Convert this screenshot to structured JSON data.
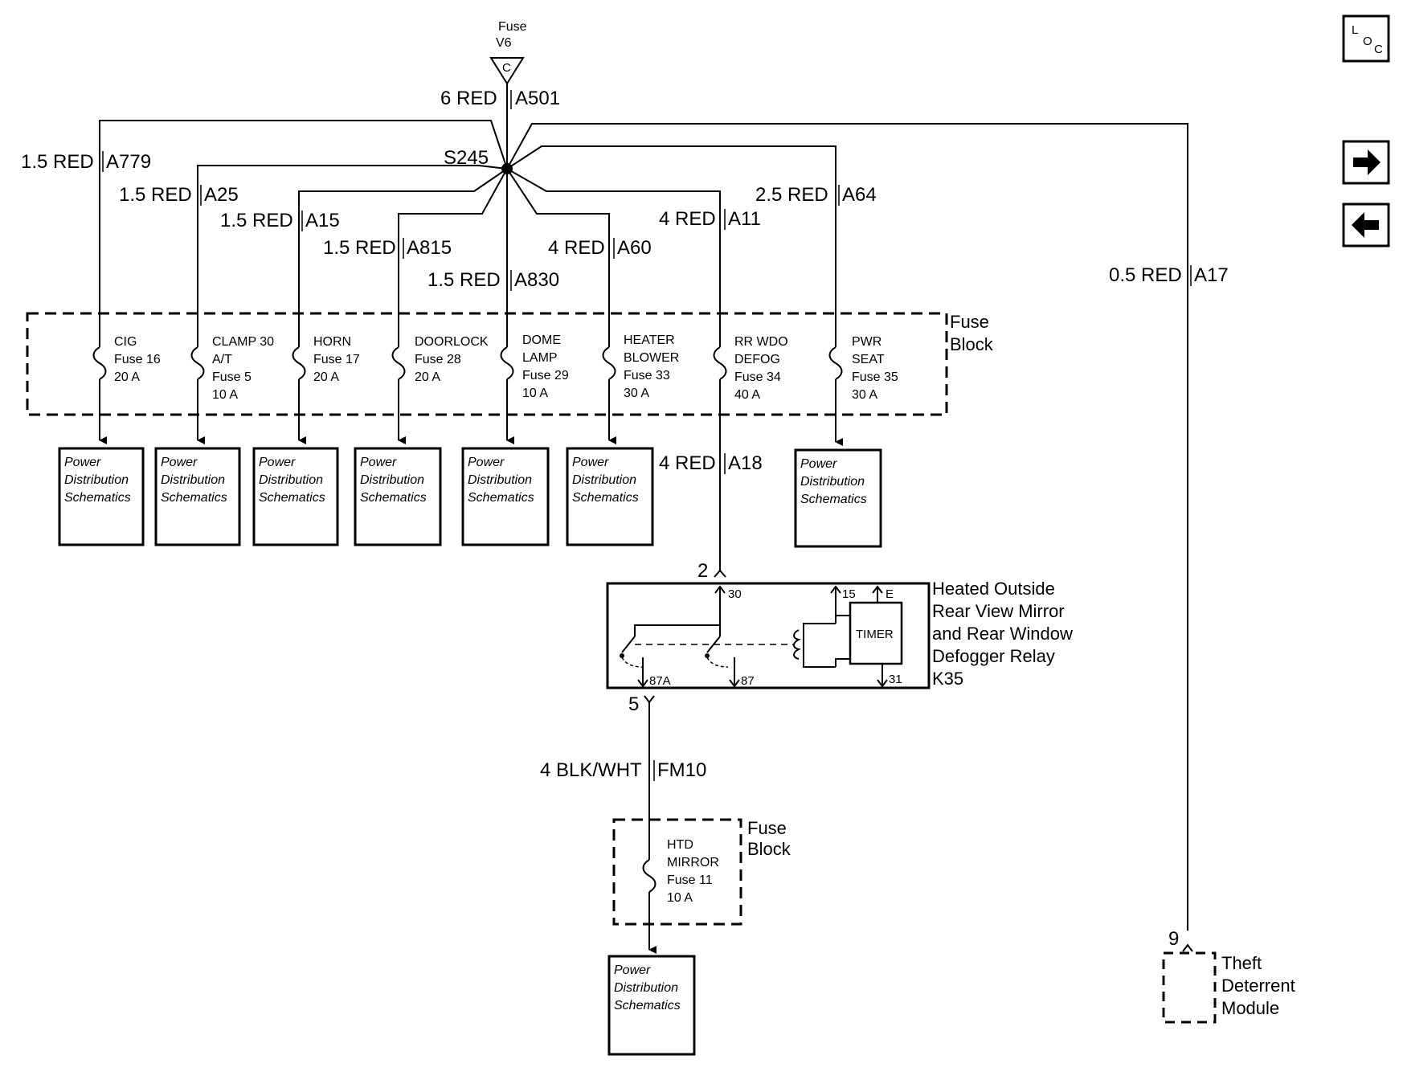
{
  "source": {
    "top": "Fuse",
    "name": "V6",
    "letter": "C"
  },
  "main_wire": {
    "gauge_color": "6 RED",
    "circuit": "A501"
  },
  "splice": "S245",
  "branches": [
    {
      "gauge_color": "1.5 RED",
      "circuit": "A779",
      "fuse": [
        "CIG",
        "Fuse 16",
        "20 A"
      ]
    },
    {
      "gauge_color": "1.5 RED",
      "circuit": "A25",
      "fuse": [
        "CLAMP 30",
        "A/T",
        "Fuse 5",
        "10 A"
      ]
    },
    {
      "gauge_color": "1.5 RED",
      "circuit": "A15",
      "fuse": [
        "HORN",
        "Fuse 17",
        "20 A"
      ]
    },
    {
      "gauge_color": "1.5 RED",
      "circuit": "A815",
      "fuse": [
        "DOORLOCK",
        "Fuse 28",
        "20 A"
      ]
    },
    {
      "gauge_color": "1.5 RED",
      "circuit": "A830",
      "fuse": [
        "DOME",
        "LAMP",
        "Fuse 29",
        "10 A"
      ]
    },
    {
      "gauge_color": "4 RED",
      "circuit": "A60",
      "fuse": [
        "HEATER",
        "BLOWER",
        "Fuse 33",
        "30 A"
      ]
    },
    {
      "gauge_color": "4 RED",
      "circuit": "A11",
      "fuse": [
        "RR WDO",
        "DEFOG",
        "Fuse 34",
        "40 A"
      ]
    },
    {
      "gauge_color": "2.5 RED",
      "circuit": "A64",
      "fuse": [
        "PWR",
        "SEAT",
        "Fuse 35",
        "30 A"
      ]
    },
    {
      "gauge_color": "0.5 RED",
      "circuit": "A17"
    }
  ],
  "fuse_block_label": [
    "Fuse",
    "Block"
  ],
  "power_dist_box": [
    "Power",
    "Distribution",
    "Schematics"
  ],
  "relay_feed": {
    "gauge_color": "4 RED",
    "circuit": "A18",
    "pin": "2"
  },
  "relay": {
    "label": [
      "Heated Outside",
      "Rear View Mirror",
      "and Rear Window",
      "Defogger Relay",
      "K35"
    ],
    "timer": "TIMER",
    "pins": {
      "p30": "30",
      "p15": "15",
      "pE": "E",
      "p87A": "87A",
      "p87": "87",
      "p31": "31"
    }
  },
  "relay_out": {
    "pin": "5",
    "gauge_color": "4 BLK/WHT",
    "circuit": "FM10"
  },
  "mirror_fuse": [
    "HTD",
    "MIRROR",
    "Fuse 11",
    "10 A"
  ],
  "theft": {
    "pin": "9",
    "label": [
      "Theft",
      "Deterrent",
      "Module"
    ]
  },
  "nav": {
    "loc_main": "L",
    "loc_sub1": "O",
    "loc_sub2": "C",
    "next_icon": "arrow-right",
    "prev_icon": "arrow-left"
  }
}
